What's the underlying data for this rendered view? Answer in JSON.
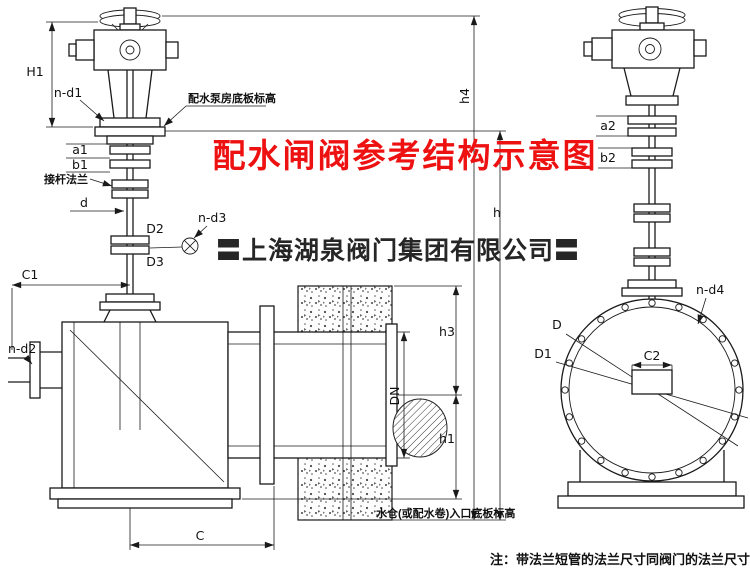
{
  "titles": {
    "main": "配水闸阀参考结构示意图",
    "watermark": "〓上海湖泉阀门集团有限公司〓"
  },
  "annotations": {
    "pump_house_floor": "配水泵房底板标高",
    "rod_flange": "接杆法兰",
    "inlet_floor": "水仓(或配水卷)入口底板标高",
    "footnote": "注：带法兰短管的法兰尺寸同阀门的法兰尺寸"
  },
  "dims": {
    "H1": "H1",
    "n_d1": "n-d1",
    "a1": "a1",
    "b1": "b1",
    "d": "d",
    "D2": "D2",
    "D3": "D3",
    "n_d3": "n-d3",
    "C1": "C1",
    "n_d2": "n-d2",
    "DN": "DN",
    "h3": "h3",
    "h1": "h1",
    "C": "C",
    "h4": "h4",
    "h": "h",
    "a2": "a2",
    "b2": "b2",
    "n_d4": "n-d4",
    "D": "D",
    "D1": "D1",
    "C2": "C2"
  },
  "colors": {
    "title_red": "#ee1111",
    "line": "#1a1a1a",
    "watermark": "#262626"
  }
}
